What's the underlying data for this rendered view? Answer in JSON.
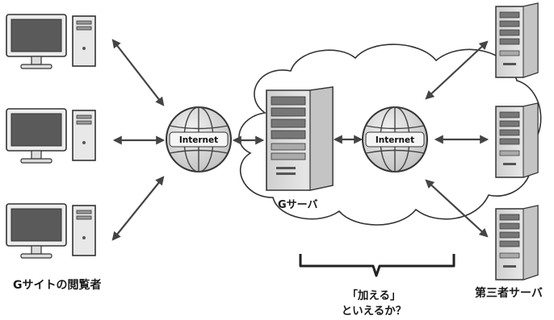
{
  "labels": {
    "viewers": "Gサイトの閲覧者",
    "g_server": "Gサーバ",
    "third_party": "第三者サーバ",
    "question_line1": "「加える」",
    "question_line2": "といえるか？"
  },
  "globe_left": {
    "text": "Internet",
    "icon": "globe-icon"
  },
  "globe_right": {
    "text": "Internet",
    "icon": "globe-icon"
  },
  "colors": {
    "outline": "#333333",
    "screen": "#5a5a5a",
    "server_body": "#d9d9d9",
    "cloud_fill": "#ffffff",
    "arrow": "#444444"
  }
}
